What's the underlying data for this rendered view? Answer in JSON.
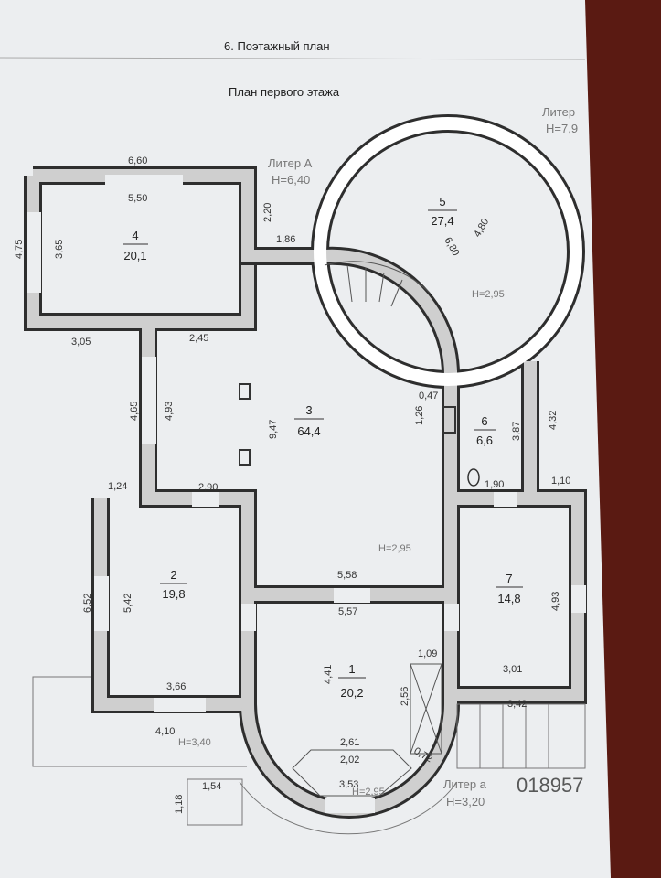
{
  "header": {
    "section_title": "6. Поэтажный план",
    "plan_title": "План первого этажа"
  },
  "liters": {
    "main": {
      "name": "Литер А",
      "height": "Н=6,40"
    },
    "tower": {
      "name": "Литер",
      "height": "Н=7,9"
    },
    "annex": {
      "name": "Литер а",
      "height": "Н=3,20"
    }
  },
  "rooms": [
    {
      "number": "4",
      "area": "20,1"
    },
    {
      "number": "5",
      "area": "27,4"
    },
    {
      "number": "3",
      "area": "64,4"
    },
    {
      "number": "6",
      "area": "6,6"
    },
    {
      "number": "2",
      "area": "19,8"
    },
    {
      "number": "7",
      "area": "14,8"
    },
    {
      "number": "1",
      "area": "20,2"
    }
  ],
  "heights": [
    "Н=2,95",
    "Н=2,95",
    "Н=2,95",
    "Н=3,40"
  ],
  "dims": [
    "6,60",
    "5,50",
    "4,75",
    "3,65",
    "2,20",
    "1,86",
    "3,05",
    "2,45",
    "4,65",
    "4,93",
    "9,47",
    "0,47",
    "1,26",
    "3,87",
    "4,32",
    "1,24",
    "2,90",
    "1,90",
    "1,10",
    "6,52",
    "5,42",
    "5,58",
    "5,57",
    "4,93",
    "3,66",
    "4,10",
    "1,09",
    "3,01",
    "3,42",
    "4,41",
    "2,56",
    "2,61",
    "2,02",
    "0,72",
    "3,53",
    "1,54",
    "1,18",
    "4,80",
    "6,80"
  ],
  "watermark": "018957",
  "colors": {
    "paper": "#eceef0",
    "wall_fill": "#cfcfcf",
    "wall_line": "#2e2e2e",
    "background": "#5a1a12"
  }
}
